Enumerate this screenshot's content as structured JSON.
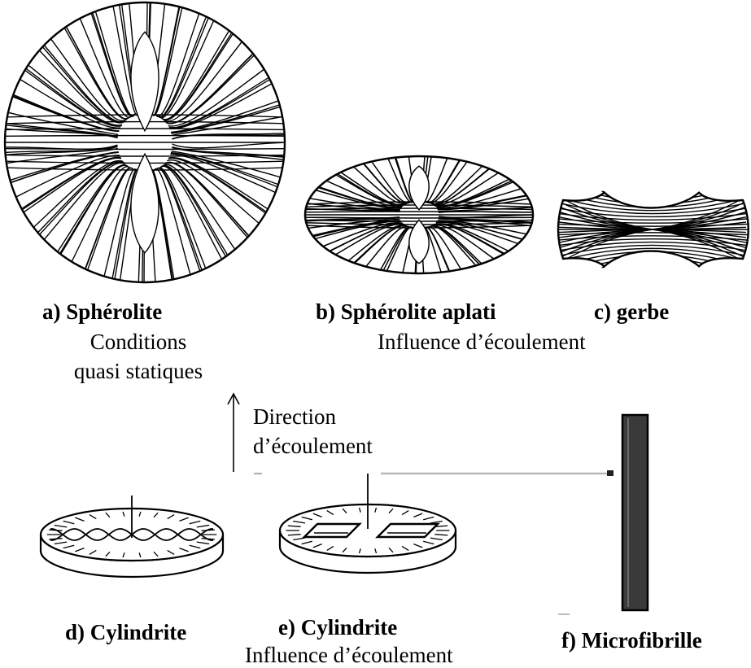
{
  "labels": {
    "a_title": "a) Sphérolite",
    "a_sub1": "Conditions",
    "a_sub2": "quasi statiques",
    "b_title": "b) Sphérolite aplati",
    "c_title": "c) gerbe",
    "bc_sub": "Influence d’écoulement",
    "flow_dir1": "Direction",
    "flow_dir2": "d’écoulement",
    "d_title": "d) Cylindrite",
    "e_title": "e) Cylindrite",
    "e_sub": "Influence d’écoulement",
    "f_title": "f) Microfibrille"
  },
  "colors": {
    "ink": "#000000",
    "rod": "#3a3a3a"
  }
}
